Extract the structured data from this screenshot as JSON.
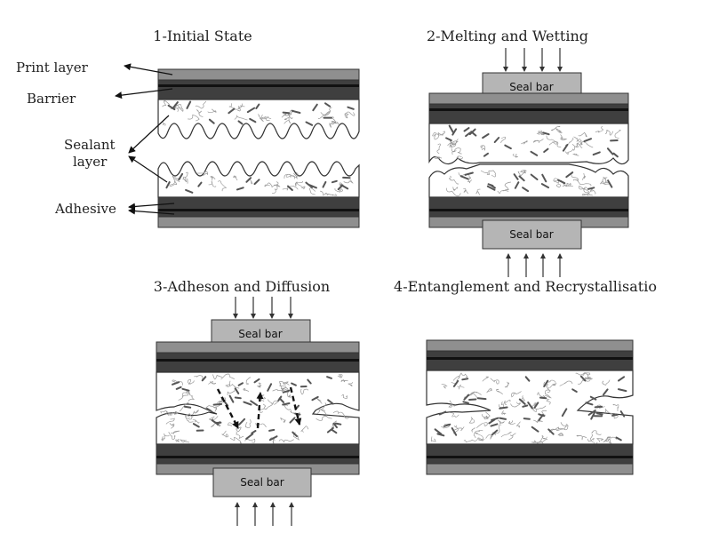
{
  "panels": [
    {
      "title": "1-Initial State"
    },
    {
      "title": "2-Melting and Wetting"
    },
    {
      "title": "3-Adheson and Diffusion"
    },
    {
      "title": "4-Entanglement and Recrystallisatio"
    }
  ],
  "labels": {
    "print_layer": "Print layer",
    "barrier": "Barrier",
    "sealant_line1": "Sealant",
    "sealant_line2": "layer",
    "adhesive": "Adhesive"
  },
  "seal_bar": "Seal bar",
  "colors": {
    "outer_layer": "#8f8f8f",
    "dark_layer": "#3f3f3f",
    "black_line": "#111111",
    "sealant_fill": "#ffffff",
    "seal_bar_fill": "#b5b5b5",
    "outline": "#333333"
  }
}
